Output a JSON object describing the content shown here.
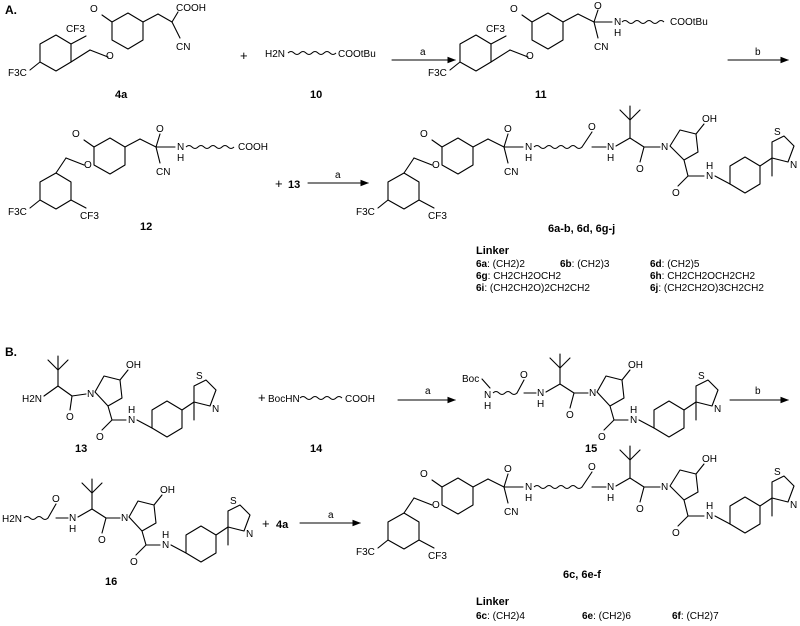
{
  "sections": {
    "a": "A.",
    "b": "B."
  },
  "compounds": {
    "c4a": "4a",
    "c10": "10",
    "c11": "11",
    "c12": "12",
    "c13_ref": "13",
    "c6abdgj": "6a-b, 6d, 6g-j",
    "c13": "13",
    "c14": "14",
    "c15": "15",
    "c16": "16",
    "c4a_ref": "4a",
    "c6cef": "6c, 6e-f"
  },
  "steps": {
    "a1": "a",
    "b1": "b",
    "a2": "a",
    "a3": "a",
    "b2": "b",
    "a4": "a"
  },
  "plus": "+",
  "groups": {
    "cf3": "CF3",
    "f3c": "F3C",
    "cooh": "COOH",
    "cn": "CN",
    "cootbu": "COOtBu",
    "h2n": "H2N",
    "o": "O",
    "n": "N",
    "h": "H",
    "oh": "OH",
    "s": "S",
    "boc": "Boc",
    "bochn": "BocHN",
    "nh": "N"
  },
  "linkers_a": {
    "title": "Linker",
    "items": [
      {
        "id": "6a",
        "text": ": (CH2)2"
      },
      {
        "id": "6b",
        "text": ": (CH2)3"
      },
      {
        "id": "6d",
        "text": ": (CH2)5"
      },
      {
        "id": "6g",
        "text": ": CH2CH2OCH2"
      },
      {
        "id": "6h",
        "text": ": CH2CH2OCH2CH2"
      },
      {
        "id": "6i",
        "text": ": (CH2CH2O)2CH2CH2"
      },
      {
        "id": "6j",
        "text": ": (CH2CH2O)3CH2CH2"
      }
    ]
  },
  "linkers_b": {
    "title": "Linker",
    "items": [
      {
        "id": "6c",
        "text": ": (CH2)4"
      },
      {
        "id": "6e",
        "text": ": (CH2)6"
      },
      {
        "id": "6f",
        "text": ": (CH2)7"
      }
    ]
  }
}
